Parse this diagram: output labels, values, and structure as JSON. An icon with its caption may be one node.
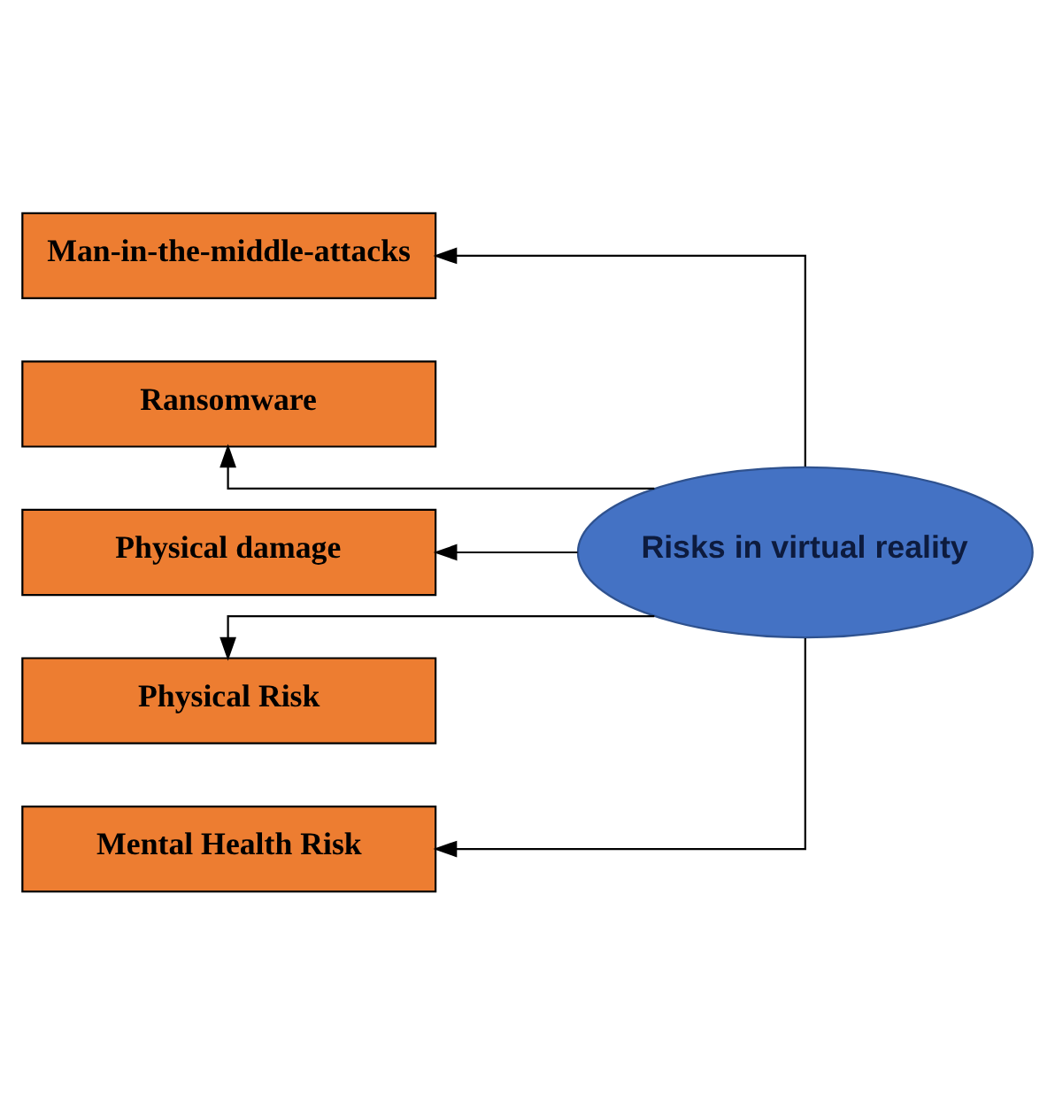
{
  "diagram": {
    "nodes": [
      {
        "text": [
          "Risks in virtual reality"
        ]
      },
      {
        "text": [
          "Man-in-the-middle-attacks"
        ]
      },
      {
        "text": [
          "Ransomware"
        ]
      },
      {
        "text": [
          "Physical damage"
        ]
      },
      {
        "text": [
          "Physical Risk"
        ]
      },
      {
        "text": [
          "Mental Health Risk"
        ]
      }
    ],
    "edges": [
      {
        "from": 0,
        "to": 1,
        "arrow": "to"
      },
      {
        "from": 0,
        "to": 2,
        "arrow": "to"
      },
      {
        "from": 0,
        "to": 3,
        "arrow": "to"
      },
      {
        "from": 0,
        "to": 4,
        "arrow": "to"
      },
      {
        "from": 0,
        "to": 5,
        "arrow": "to"
      }
    ]
  }
}
